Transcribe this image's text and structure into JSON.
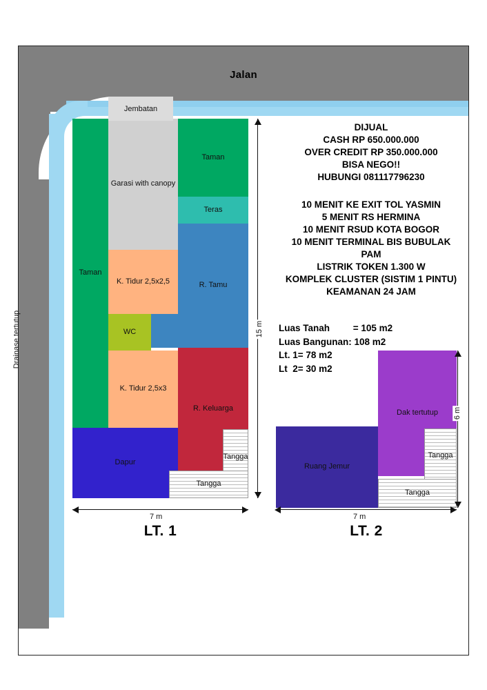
{
  "site": {
    "road_label": "Jalan",
    "drainage_label": "Drainase tertutup",
    "bridge_label": "Jembatan"
  },
  "listing": {
    "headline": [
      "DIJUAL",
      "CASH RP 650.000.000",
      "OVER CREDIT RP 350.000.000",
      "BISA NEGO!!",
      "HUBUNGI 081117796230"
    ],
    "features": [
      "10 MENIT KE EXIT TOL YASMIN",
      "5 MENIT RS HERMINA",
      "10 MENIT RSUD KOTA BOGOR",
      "10 MENIT TERMINAL BIS BUBULAK",
      "PAM",
      "LISTRIK TOKEN 1.300 W",
      "KOMPLEK CLUSTER (SISTIM 1 PINTU)",
      "KEAMANAN 24 JAM"
    ],
    "areas": [
      "Luas Tanah         = 105 m2",
      "Luas Bangunan: 108 m2",
      "Lt. 1= 78 m2",
      "Lt  2= 30 m2"
    ]
  },
  "floor1": {
    "title": "LT. 1",
    "width_label": "7 m",
    "height_label": "15 m",
    "rooms": {
      "taman_left": "Taman",
      "garasi": "Garasi with canopy",
      "taman_right": "Taman",
      "teras": "Teras",
      "r_tamu": "R. Tamu",
      "k_tidur_1": "K. Tidur 2,5x2,5",
      "wc": "WC",
      "k_tidur_2": "K. Tidur 2,5x3",
      "r_keluarga": "R. Keluarga",
      "dapur": "Dapur",
      "tangga_side": "Tangga",
      "tangga_bottom": "Tangga"
    }
  },
  "floor2": {
    "title": "LT. 2",
    "width_label": "7 m",
    "height_label": "6 m",
    "rooms": {
      "ruang_jemur": "Ruang Jemur",
      "dak_tertutup": "Dak tertutup",
      "tangga_side": "Tangga",
      "tangga_bottom": "Tangga"
    }
  },
  "colors": {
    "road": "#808080",
    "drainage": "#9fd8f2",
    "garden": "#00a862",
    "teras": "#2ebdae",
    "living": "#3d85c0",
    "bedroom": "#ffb380",
    "wc": "#a8c323",
    "family": "#c1273c",
    "kitchen": "#3222cc",
    "drying": "#3b2a9e",
    "deck": "#9b3ccb",
    "garage": "#d0d0d0"
  }
}
